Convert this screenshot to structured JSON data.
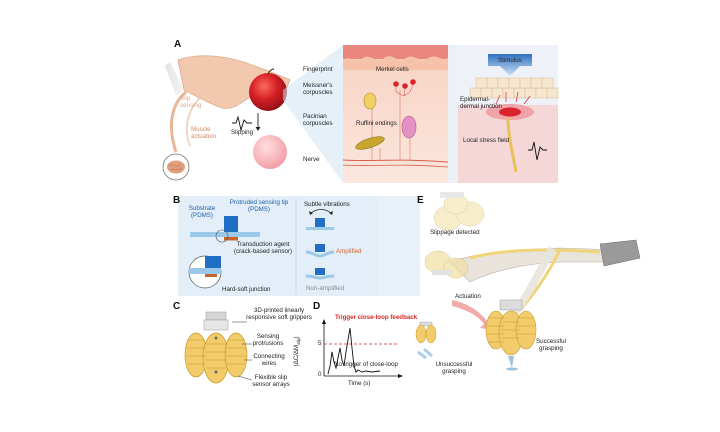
{
  "panels": {
    "A": {
      "letter": "A",
      "slip_sensing": [
        "Slip",
        "sensing"
      ],
      "muscle_actuation": [
        "Muscle",
        "actuation"
      ],
      "slipping": "Slipping",
      "fingerprint": "Fingerprint",
      "merkel_cells": "Merkel cells",
      "meissners": [
        "Meissner's",
        "corpuscles"
      ],
      "pacinian": [
        "Pacinian",
        "corpuscles"
      ],
      "ruffini": "Ruffini endings",
      "nerve": "Nerve",
      "stimulus": "Stimulus",
      "epidermal": [
        "Epidermal-",
        "dermal junction"
      ],
      "local_stress": "Local stress field"
    },
    "B": {
      "letter": "B",
      "substrate": [
        "Substrate",
        "(PDMS)"
      ],
      "protruded": [
        "Protruded sensing tip",
        "(PDMS)"
      ],
      "transduction": [
        "Transduction agent",
        "(crack-based sensor)"
      ],
      "hard_soft": "Hard-soft junction",
      "subtle_vibrations": "Subtle vibrations",
      "amplified": "Amplified",
      "non_amplified": "Non-amplified"
    },
    "C": {
      "letter": "C",
      "grippers": [
        "3D-printed linearly",
        "responsive soft grippers"
      ],
      "protrusions": [
        "Sensing",
        "protrusions"
      ],
      "wires": [
        "Connecting",
        "wires"
      ],
      "arrays": [
        "Flexible slip",
        "sensor arrays"
      ]
    },
    "D": {
      "letter": "D",
      "trigger": "Trigger close-loop feedback",
      "no_trigger": "No trigger of close-loop",
      "ylabel": "|ΔC/ΔM",
      "ylabel_sub": "slip",
      "ylabel_end": "|",
      "xlabel": "Time (s)",
      "tick_5": "5",
      "tick_0": "0",
      "unsuccessful": [
        "Unsuccessful",
        "grasping"
      ]
    },
    "E": {
      "letter": "E",
      "slippage": "Slippage detected",
      "actuation": "Actuation",
      "successful": [
        "Successful",
        "grasping"
      ]
    }
  },
  "colors": {
    "skin": "#f4c9b2",
    "apple": "#c81d25",
    "sensor_blue": "#1f6fc4",
    "substrate_blue": "#9cc8ea",
    "transduction_orange": "#c8642a",
    "gripper_yellow": "#f2cc6a",
    "trigger_red": "#d42a2a"
  }
}
